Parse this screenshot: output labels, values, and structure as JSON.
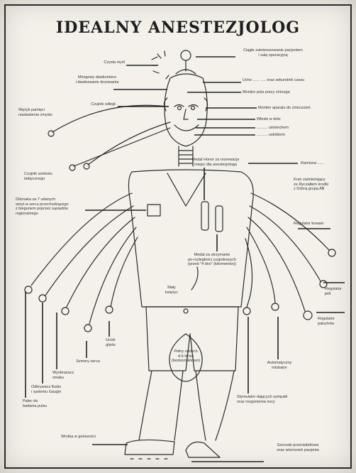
{
  "title": "IDEALNY ANESTEZJOLOG",
  "labels": {
    "czysta_mysl": "Czysta myśl",
    "ciagle_zainteresowanie": "Ciągłe zainteresowanie pacjentem\ni salą operacyjną",
    "mozgowy_dawkomierz": "Mózgowy dawkomierz\ni dawkowanie dozowania",
    "ucho_jedno": "Ucho ...... ..... oraz sekundnik czasu",
    "monitor_pola": "Monitor pola pracy chirurga",
    "czujnik_odlegl": "Czujnik odległ.",
    "monitor_aparatu": "Monitor aparatu do znieczuleń",
    "wezyk_pamieci": "Wężyk pamięci\nnastawienia zmysłu",
    "wloski_dolu": "Włoski w dołu",
    "usmiech": ".......... uśmiechem",
    "usta_ustnikiem": ".......... ustnikiem",
    "czujnik_szelestu": "Czujnik szelestu\ntaktycznego",
    "medal": "Medal Honor za rezerwacje\nmiejsc dla anestezjologa",
    "ramiona": "Ramiona ......",
    "kran": "Kran zaśnieżający\nze Ryczałtem środki\nz Dobrą grupą AB",
    "odznaka": "Odznaka za 7 udanych\nwizyt w sercu przechodzącego\nz biegunem poprzez sąsiadów\nregionalnego",
    "regulator": "Regulator krwawi",
    "medal_odrzut": "Medal za utrzymanie\npo-rozległości czujnikowych\n(przed \"4 dno\" (kilometrów))",
    "regulator_jelit": "Regulator\njelit",
    "maly_ksiezyc": "Mały\nksiężyc",
    "regulator_paluch": "Regulator\npaluchów",
    "oddech": "Pełny oddech\n4-6 litrów\n(bezkontaktowo)",
    "szmery": "Szmery serca",
    "ucisk": "Ucisk\nględu",
    "wyobrazacz": "Wyobrażacz\nsmaku",
    "odkrywacz": "Odkrywacz fluidu\ni systemu Gaugin",
    "automatyczny": "Automatyczny\nintubator",
    "palec": "Palec do\nbadania pulsu",
    "stymulator": "Stymulator dających sympatii\noraz rozgonienia nocy",
    "wrotka": "Wrotka w gotowości",
    "szerzalo": "Szerzało przeciwbólowe\noraz wizerunek pacjenta"
  }
}
